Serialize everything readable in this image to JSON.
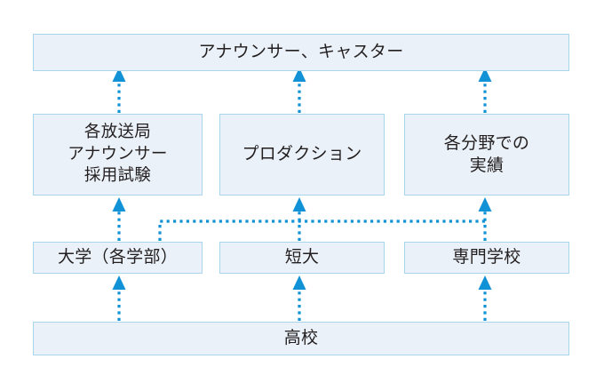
{
  "diagram": {
    "title_text": "アナウンサー、キャスター",
    "type": "career-path-flowchart",
    "orientation": "bottom-to-top",
    "colors": {
      "node_fill": "#eaf1f8",
      "node_border": "#a9d5ea",
      "connector": "#1191d6",
      "text": "#231f20",
      "background": "#ffffff"
    },
    "rows": {
      "goal": {
        "nodes": [
          {
            "id": "announcer",
            "label": "アナウンサー、キャスター"
          }
        ]
      },
      "gateway": {
        "nodes": [
          {
            "id": "broadcaster-exam",
            "label": "各放送局\nアナウンサー\n採用試験"
          },
          {
            "id": "production",
            "label": "プロダクション"
          },
          {
            "id": "field-record",
            "label": "各分野での\n実績"
          }
        ]
      },
      "higher_education": {
        "nodes": [
          {
            "id": "university",
            "label": "大学（各学部）"
          },
          {
            "id": "junior-college",
            "label": "短大"
          },
          {
            "id": "vocational-school",
            "label": "専門学校"
          }
        ]
      },
      "base": {
        "nodes": [
          {
            "id": "highschool",
            "label": "高校"
          }
        ]
      }
    },
    "connections": [
      {
        "from": "broadcaster-exam",
        "to": "announcer",
        "style": "dotted-arrow"
      },
      {
        "from": "production",
        "to": "announcer",
        "style": "dotted-arrow"
      },
      {
        "from": "field-record",
        "to": "announcer",
        "style": "dotted-arrow"
      },
      {
        "from": "university",
        "to": "broadcaster-exam",
        "style": "dotted-arrow"
      },
      {
        "from": "junior-college",
        "to": "production",
        "style": "dotted-arrow"
      },
      {
        "from": "vocational-school",
        "to": "field-record",
        "style": "dotted-arrow"
      },
      {
        "from": "university",
        "to": "production",
        "style": "dotted-elbow"
      },
      {
        "from": "university",
        "to": "field-record",
        "style": "dotted-elbow"
      },
      {
        "from": "highschool",
        "to": "university",
        "style": "dotted-arrow"
      },
      {
        "from": "highschool",
        "to": "junior-college",
        "style": "dotted-arrow"
      },
      {
        "from": "highschool",
        "to": "vocational-school",
        "style": "dotted-arrow"
      }
    ]
  }
}
